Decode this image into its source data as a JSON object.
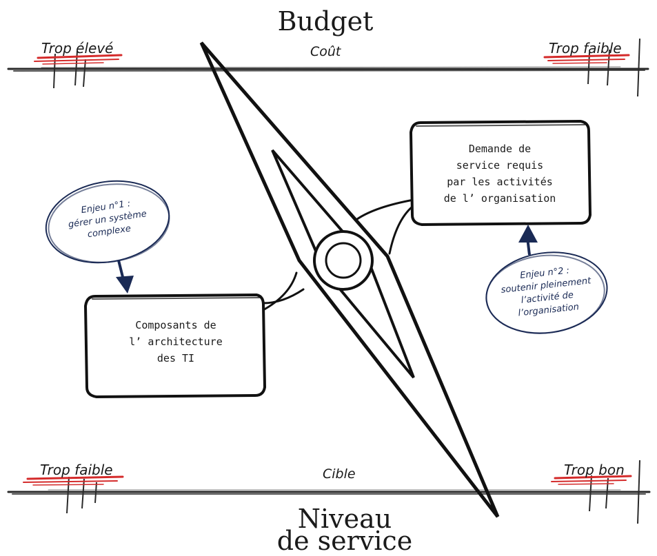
{
  "title": "Budget",
  "axis_top": {
    "center": "Coût",
    "left": "Trop élevé",
    "right": "Trop faible"
  },
  "axis_bottom": {
    "center": "Cible",
    "left": "Trop faible",
    "right": "Trop bon"
  },
  "bottom_title": [
    "Niveau",
    "de service"
  ],
  "box_left": [
    "Composants de",
    "l’ architecture",
    "des TI"
  ],
  "box_right": [
    "Demande de",
    "service requis",
    "par les activités",
    "de l’ organisation"
  ],
  "bubble_left": [
    "Enjeu n°1 :",
    "gérer un système",
    "complexe"
  ],
  "bubble_right": [
    "Enjeu n°2 :",
    "soutenir pleinement",
    "l’activité de",
    "l’organisation"
  ],
  "colors": {
    "ink": "#1a1a1a",
    "marker_red": "#d42a2a",
    "bubble_blue": "#1a2a55"
  }
}
